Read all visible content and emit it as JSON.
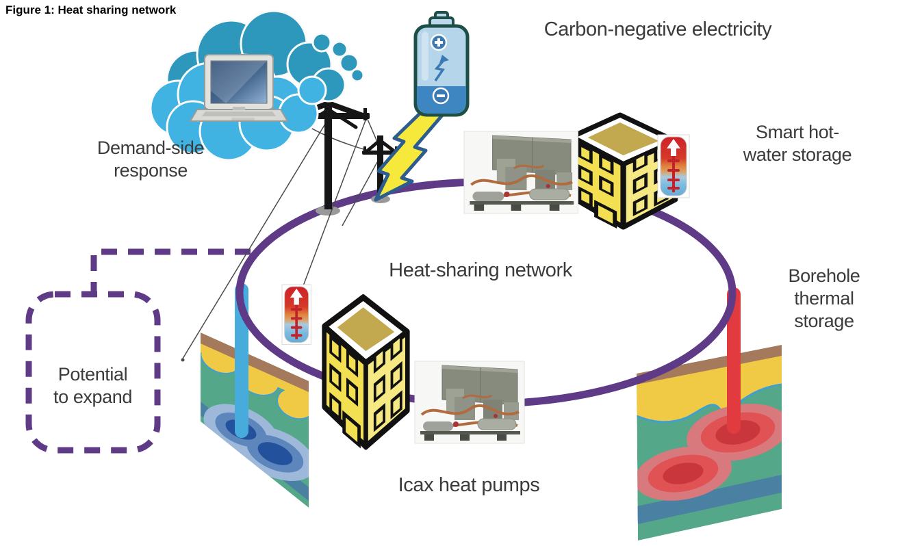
{
  "figure_title": "Figure 1: Heat sharing network",
  "labels": {
    "demand_side_response": {
      "line1": "Demand-side",
      "line2": "response"
    },
    "carbon_negative": "Carbon-negative electricity",
    "smart_hot_water": {
      "line1": "Smart hot-",
      "line2": "water storage"
    },
    "heat_sharing_network": "Heat-sharing network",
    "borehole_thermal": {
      "line1": "Borehole",
      "line2": "thermal",
      "line3": "storage"
    },
    "potential_to_expand": {
      "line1": "Potential",
      "line2": "to expand"
    },
    "icax_heat_pumps": "Icax heat pumps"
  },
  "icons": {
    "cloud": "cloud-icon",
    "laptop": "laptop-icon",
    "battery": "battery-icon",
    "lightning_bolt": "lightning-bolt-icon",
    "power_poles": "power-poles-icon",
    "heat_network_ring": "heat-network-ring",
    "expansion_dashed_box": "expansion-dashed-box",
    "building": "building-icon",
    "heat_pump_photo": "heat-pump-photo",
    "hot_water_tank": "hot-water-tank-icon",
    "cold_borehole": "cold-borehole-cross-section",
    "hot_borehole": "hot-borehole-cross-section"
  },
  "colors": {
    "ring_purple": "#5e3a87",
    "cloud_front_blue": "#40b3e2",
    "cloud_back_teal": "#2e98bc",
    "battery_body": "#b5d5eb",
    "battery_bottom": "#3e86c2",
    "bolt_yellow": "#f6e93b",
    "bolt_outline": "#2d5c8e",
    "building_yellow": "#f2df52",
    "ground_green": "#55a78a",
    "ground_yellow": "#f0ca45",
    "ground_brown": "#a5795b",
    "cold_plume_blue": "#24519b",
    "hot_plume_red": "#c9373c",
    "cold_pipe": "#47abdc",
    "hot_pipe": "#e23b3f",
    "label_text": "#3b3b3b"
  }
}
